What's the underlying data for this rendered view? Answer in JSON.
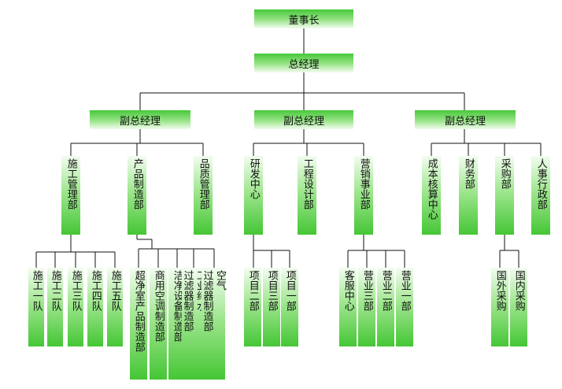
{
  "chairman": "董事长",
  "general_manager": "总经理",
  "vice_gms": [
    {
      "label": "副总经理",
      "departments": [
        {
          "label": "施工管理部",
          "subunits": [
            "施工一队",
            "施工二队",
            "施工三队",
            "施工四队",
            "施工五队"
          ]
        },
        {
          "label": "产品制造部",
          "subunits": [
            "超净室产品制造部",
            "商用空调制造部",
            "洁净设备制造部",
            [
              "工业纯水",
              "过滤器制造部"
            ],
            [
              "空气",
              "过滤器制造部"
            ]
          ]
        },
        {
          "label": "品质管理部",
          "subunits": []
        }
      ]
    },
    {
      "label": "副总经理",
      "departments": [
        {
          "label": "研发中心",
          "subunits": [
            "项目二部",
            "项目三部",
            "项目一部"
          ]
        },
        {
          "label": "工程设计部",
          "subunits": []
        },
        {
          "label": "营销事业部",
          "subunits": [
            "客服中心",
            "营业三部",
            "营业二部",
            "营业一部"
          ]
        }
      ]
    },
    {
      "label": "副总经理",
      "departments": [
        {
          "label": "成本核算中心",
          "subunits": []
        },
        {
          "label": "财务部",
          "subunits": []
        },
        {
          "label": "采购部",
          "subunits": [
            "国外采购",
            "国内采购"
          ]
        },
        {
          "label": "人事行政部",
          "subunits": []
        }
      ]
    }
  ]
}
